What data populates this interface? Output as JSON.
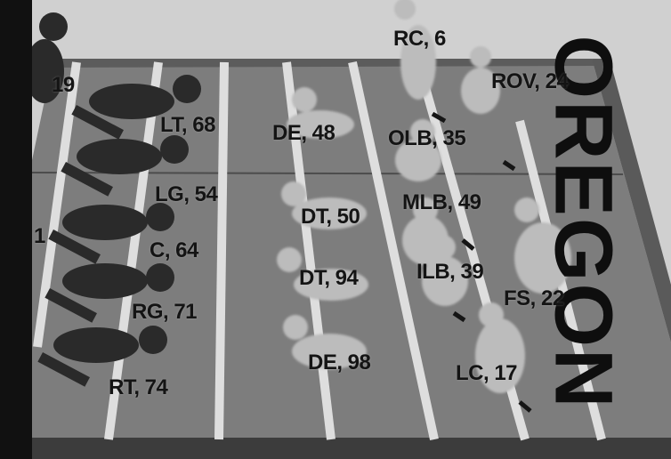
{
  "team_name": "OREGON",
  "player_labels": {
    "rc": "RC, 6",
    "rov": "ROV, 24",
    "left_cut": "19",
    "lt": "LT, 68",
    "de_top": "DE, 48",
    "olb": "OLB, 35",
    "lg": "LG, 54",
    "dt_top": "DT, 50",
    "mlb": "MLB, 49",
    "left_edge": "1",
    "c": "C, 64",
    "ilb": "ILB, 39",
    "dt_bottom": "DT, 94",
    "fs": "FS, 22",
    "rg": "RG, 71",
    "de_bottom": "DE, 98",
    "lc": "LC, 17",
    "rt": "RT, 74"
  },
  "colors": {
    "field": "#7f7f7f",
    "lines": "#dcdcdc",
    "background": "#d2d2d2",
    "offense": "#2b2b2b",
    "defense": "#bdbdbd",
    "left_border": "#111111"
  }
}
